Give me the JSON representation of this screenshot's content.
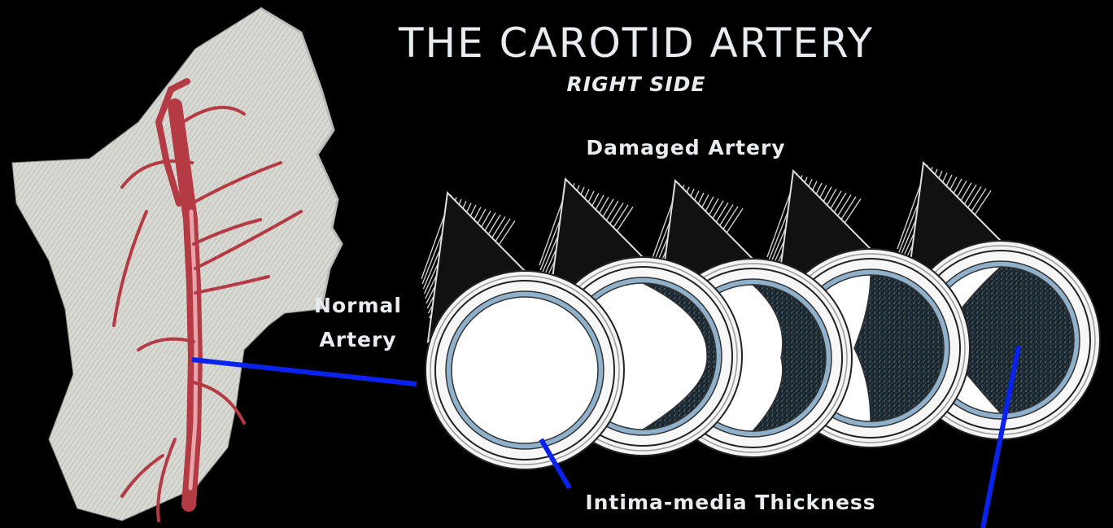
{
  "title": "THE CAROTID ARTERY",
  "subtitle": "RIGHT SIDE",
  "labels": {
    "damaged_artery": "Damaged Artery",
    "normal_line1": "Normal",
    "normal_line2": "Artery",
    "imt": "Intima-media Thickness"
  },
  "colors": {
    "background": "#000000",
    "pointer": "#0a22ee",
    "artery_red": "#b43a44",
    "intima_blue": "#8fb1cc",
    "plaque": "#1e2830",
    "tissue": "#d6d6d0"
  },
  "artery_sections": [
    {
      "stage": 1,
      "plaque_level": 0.0
    },
    {
      "stage": 2,
      "plaque_level": 0.05
    },
    {
      "stage": 3,
      "plaque_level": 0.25
    },
    {
      "stage": 4,
      "plaque_level": 0.5
    },
    {
      "stage": 5,
      "plaque_level": 0.75
    }
  ]
}
